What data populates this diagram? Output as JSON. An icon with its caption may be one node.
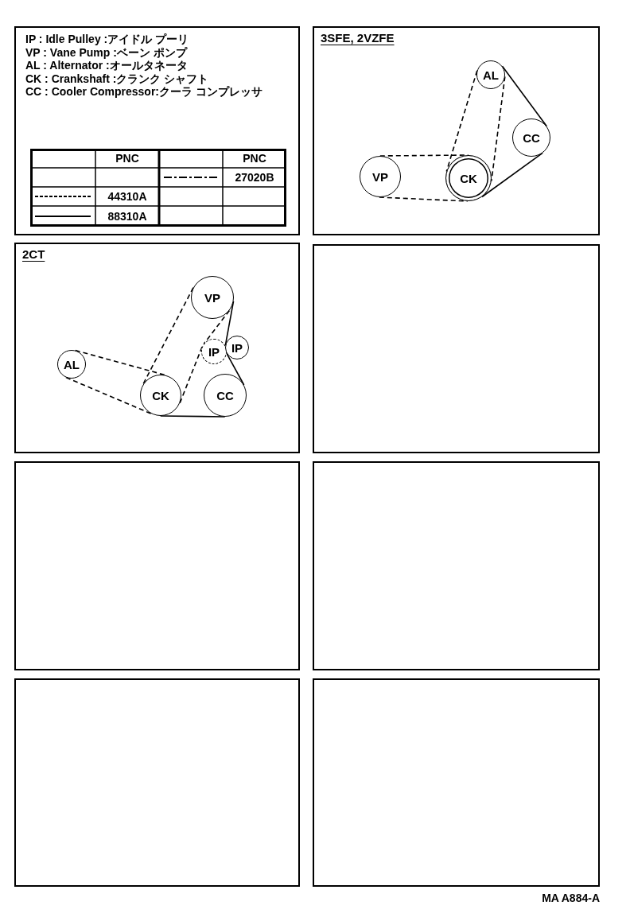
{
  "diagram": {
    "nodes": [
      {
        "text": [
          "IP : Idle Pulley :アイドル プーリ",
          "VP : Vane Pump :ベーン ポンプ",
          "AL : Alternator :オールタネータ",
          "CK : Crankshaft :クランク シャフト",
          "CC : Cooler Compressor:クーラ コンプレッサ"
        ]
      },
      {
        "text": [
          "3SFE, 2VZFE"
        ]
      },
      {
        "text": [
          "AL"
        ],
        "in": 1
      },
      {
        "text": [
          "CC"
        ],
        "in": 1
      },
      {
        "text": [
          "VP"
        ],
        "in": 1
      },
      {
        "text": [
          "CK"
        ],
        "in": 1
      },
      {
        "text": [
          "2CT"
        ]
      },
      {
        "text": [
          "VP"
        ],
        "in": 6
      },
      {
        "text": [
          "IP"
        ],
        "in": 6
      },
      {
        "text": [
          "IP"
        ],
        "in": 6
      },
      {
        "text": [
          "AL"
        ],
        "in": 6
      },
      {
        "text": [
          "CK"
        ],
        "in": 6
      },
      {
        "text": [
          "CC"
        ],
        "in": 6
      },
      {
        "text": [],
        "shape": "box"
      },
      {
        "text": [],
        "shape": "box"
      },
      {
        "text": [],
        "shape": "box"
      },
      {
        "text": [],
        "shape": "box"
      },
      {
        "text": [],
        "shape": "box"
      }
    ],
    "edges": [
      {
        "from": 4,
        "to": 5,
        "arrow": "none",
        "style": "dashed"
      },
      {
        "from": 4,
        "to": 5,
        "arrow": "none",
        "style": "dashed"
      },
      {
        "from": 2,
        "to": 5,
        "arrow": "none",
        "style": "dashed"
      },
      {
        "from": 2,
        "to": 5,
        "arrow": "none",
        "style": "dashed"
      },
      {
        "from": 2,
        "to": 3,
        "arrow": "none"
      },
      {
        "from": 3,
        "to": 5,
        "arrow": "none"
      },
      {
        "from": 10,
        "to": 11,
        "arrow": "none",
        "style": "dashed"
      },
      {
        "from": 10,
        "to": 11,
        "arrow": "none",
        "style": "dashed"
      },
      {
        "from": 7,
        "to": 11,
        "arrow": "none",
        "style": "dashed"
      },
      {
        "from": 7,
        "to": 8,
        "arrow": "none",
        "style": "dashed"
      },
      {
        "from": 8,
        "to": 11,
        "arrow": "none",
        "style": "dashed"
      },
      {
        "from": 7,
        "to": 9,
        "arrow": "none"
      },
      {
        "from": 9,
        "to": 12,
        "arrow": "none"
      },
      {
        "from": 12,
        "to": 11,
        "arrow": "none"
      }
    ],
    "labels": [
      "PNC",
      "PNC",
      "MA A884-A"
    ],
    "legend": [
      {
        "text": "27020B"
      },
      {
        "text": "44310A"
      },
      {
        "text": "88310A"
      }
    ]
  }
}
